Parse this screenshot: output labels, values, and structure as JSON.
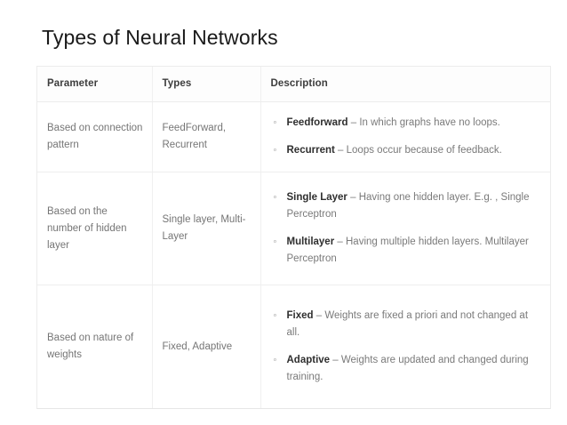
{
  "slide": {
    "title": "Types of Neural Networks",
    "background_color": "#ffffff"
  },
  "table": {
    "name": "types-of-neural-networks-table",
    "border_color": "#ececec",
    "header_text_color": "#3d3d3d",
    "body_text_color": "#7a7a7a",
    "term_text_color": "#2f2f2f",
    "bullet_glyph": "◦",
    "headers": [
      {
        "label": "Parameter"
      },
      {
        "label": "Types"
      },
      {
        "label": "Description"
      }
    ],
    "rows": [
      {
        "parameter": "Based on connection pattern",
        "types": "FeedForward, Recurrent",
        "description": [
          {
            "term": "Feedforward",
            "separator": "–",
            "text": "In which graphs have no loops."
          },
          {
            "term": "Recurrent",
            "separator": "–",
            "text": "Loops occur because of feedback."
          }
        ]
      },
      {
        "parameter": "Based on the number of hidden layer",
        "types": "Single layer, Multi-Layer",
        "description": [
          {
            "term": "Single Layer",
            "separator": "–",
            "text": "Having one hidden layer. E.g. , Single Perceptron"
          },
          {
            "term": "Multilayer",
            "separator": "–",
            "text": "Having multiple hidden layers. Multilayer Perceptron"
          }
        ]
      },
      {
        "parameter": "Based on nature of weights",
        "types": "Fixed, Adaptive",
        "description": [
          {
            "term": "Fixed",
            "separator": "–",
            "text": "Weights are fixed a priori and not changed at all."
          },
          {
            "term": "Adaptive",
            "separator": "–",
            "text": "Weights are updated and changed during training."
          }
        ]
      }
    ]
  }
}
